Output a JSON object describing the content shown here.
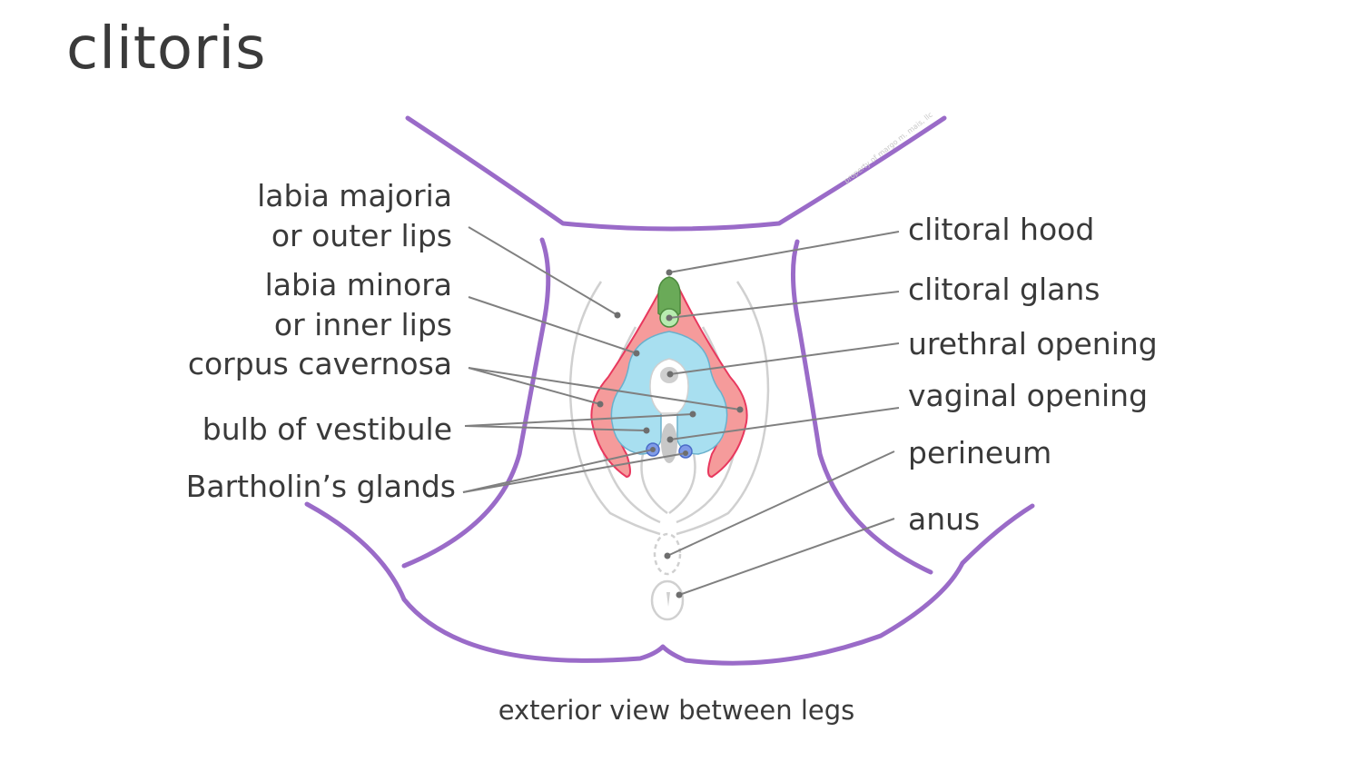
{
  "title": "clitoris",
  "labels": {
    "labia_majora_1": "labia majoria",
    "labia_majora_2": "or outer lips",
    "labia_minora_1": "labia minora",
    "labia_minora_2": "or inner lips",
    "corpus_cavernosa": "corpus cavernosa",
    "bulb_of_vestibule": "bulb of vestibule",
    "bartholins_glands": "Bartholin’s glands",
    "clitoral_hood": "clitoral hood",
    "clitoral_glans": "clitoral glans",
    "urethral_opening": "urethral opening",
    "vaginal_opening": "vaginal opening",
    "perineum": "perineum",
    "anus": "anus"
  },
  "caption": "exterior view between legs",
  "watermark": "property of margo m. mais, llc",
  "colors": {
    "outline": "#9a6bc8",
    "corpus_cavernosa": "#f59b9b",
    "corpus_cavernosa_edge": "#e8385e",
    "bulb_of_vestibule": "#a8dff0",
    "clitoral_hood": "#6aaa58",
    "clitoral_glans": "#b8ecb0",
    "bartholins_glands": "#7f9be8",
    "tissue_lines": "#d0d0d0",
    "leader": "#808080",
    "text": "#3a3a3a"
  }
}
